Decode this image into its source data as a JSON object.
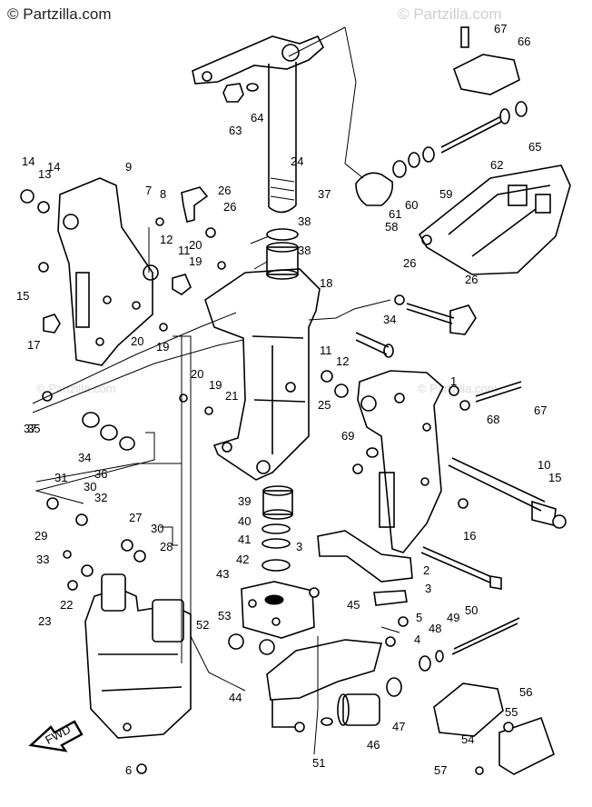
{
  "watermarks": {
    "left": "© Partzilla.com",
    "right": "© Partzilla.com",
    "mid_left": "© Partzilla.com",
    "mid_right": "© Partzilla.com"
  },
  "fwd_label": "FWD",
  "callouts": [
    "1",
    "2",
    "3",
    "3",
    "4",
    "5",
    "6",
    "7",
    "8",
    "9",
    "10",
    "11",
    "11",
    "12",
    "12",
    "13",
    "14",
    "14",
    "15",
    "15",
    "16",
    "17",
    "18",
    "19",
    "19",
    "19",
    "20",
    "20",
    "20",
    "21",
    "22",
    "23",
    "24",
    "25",
    "26",
    "26",
    "26",
    "26",
    "27",
    "28",
    "29",
    "30",
    "30",
    "31",
    "32",
    "33",
    "34",
    "34",
    "35",
    "36",
    "37",
    "37",
    "38",
    "38",
    "39",
    "40",
    "41",
    "42",
    "43",
    "44",
    "45",
    "46",
    "47",
    "48",
    "49",
    "50",
    "51",
    "52",
    "53",
    "54",
    "55",
    "56",
    "57",
    "58",
    "59",
    "60",
    "61",
    "62",
    "63",
    "64",
    "65",
    "66",
    "67",
    "67",
    "68",
    "69"
  ]
}
